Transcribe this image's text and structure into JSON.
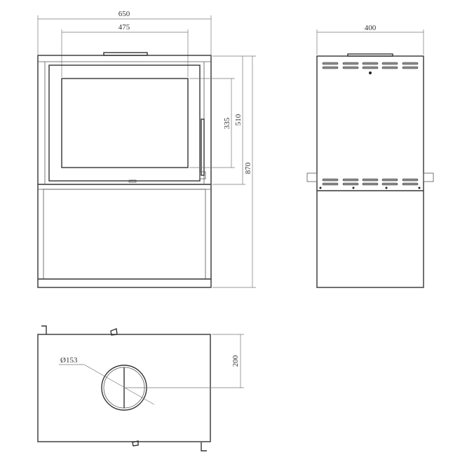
{
  "front_view": {
    "width_label": "650",
    "glass_width_label": "475",
    "glass_height_label": "335",
    "upper_height_label": "510",
    "total_height_label": "870"
  },
  "side_view": {
    "depth_label": "400"
  },
  "top_view": {
    "flue_diameter_label": "Ø153",
    "flue_offset_label": "200"
  },
  "colors": {
    "line": "#333333",
    "dimension": "#777777"
  }
}
